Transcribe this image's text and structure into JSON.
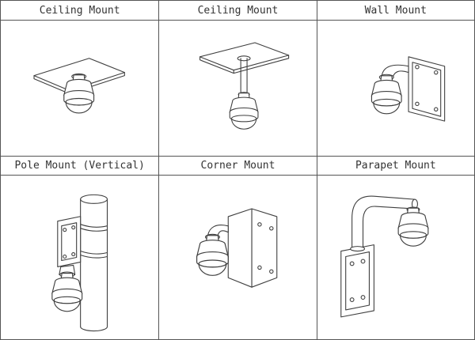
{
  "sheet": {
    "line_color": "#3f3f3f",
    "border_color": "#555555",
    "cells": [
      {
        "title": "Ceiling Mount",
        "diagram": "ceiling-mount-direct"
      },
      {
        "title": "Ceiling Mount",
        "diagram": "ceiling-mount-pendant"
      },
      {
        "title": "Wall Mount",
        "diagram": "wall-mount"
      },
      {
        "title": "Pole Mount (Vertical)",
        "diagram": "pole-mount-vertical"
      },
      {
        "title": "Corner Mount",
        "diagram": "corner-mount"
      },
      {
        "title": "Parapet Mount",
        "diagram": "parapet-mount"
      }
    ]
  }
}
